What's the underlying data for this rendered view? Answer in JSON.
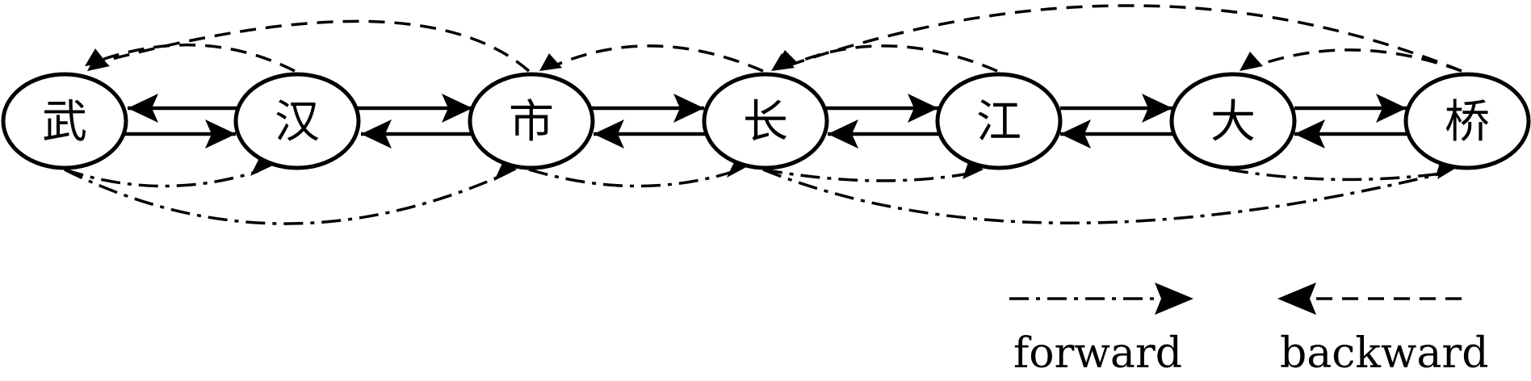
{
  "diagram": {
    "nodes": [
      {
        "id": "wu",
        "label": "武"
      },
      {
        "id": "han",
        "label": "汉"
      },
      {
        "id": "shi",
        "label": "市"
      },
      {
        "id": "chang",
        "label": "长"
      },
      {
        "id": "jiang",
        "label": "江"
      },
      {
        "id": "da",
        "label": "大"
      },
      {
        "id": "qiao",
        "label": "桥"
      }
    ],
    "adjacent_links": [
      {
        "from": "wu",
        "to": "han",
        "forward": true,
        "backward": true
      },
      {
        "from": "han",
        "to": "shi",
        "forward": true,
        "backward": true
      },
      {
        "from": "shi",
        "to": "chang",
        "forward": true,
        "backward": true
      },
      {
        "from": "chang",
        "to": "jiang",
        "forward": true,
        "backward": true
      },
      {
        "from": "jiang",
        "to": "da",
        "forward": true,
        "backward": true
      },
      {
        "from": "da",
        "to": "qiao",
        "forward": true,
        "backward": true
      }
    ],
    "forward_skip_links": [
      {
        "from": "wu",
        "to": "han"
      },
      {
        "from": "wu",
        "to": "shi"
      },
      {
        "from": "shi",
        "to": "chang"
      },
      {
        "from": "chang",
        "to": "jiang"
      },
      {
        "from": "chang",
        "to": "qiao"
      },
      {
        "from": "da",
        "to": "qiao"
      }
    ],
    "backward_skip_links": [
      {
        "from": "shi",
        "to": "wu"
      },
      {
        "from": "han",
        "to": "wu"
      },
      {
        "from": "chang",
        "to": "shi"
      },
      {
        "from": "jiang",
        "to": "chang"
      },
      {
        "from": "qiao",
        "to": "chang"
      },
      {
        "from": "qiao",
        "to": "da"
      }
    ]
  },
  "legend": {
    "forward_label": "forward",
    "backward_label": "backward"
  }
}
